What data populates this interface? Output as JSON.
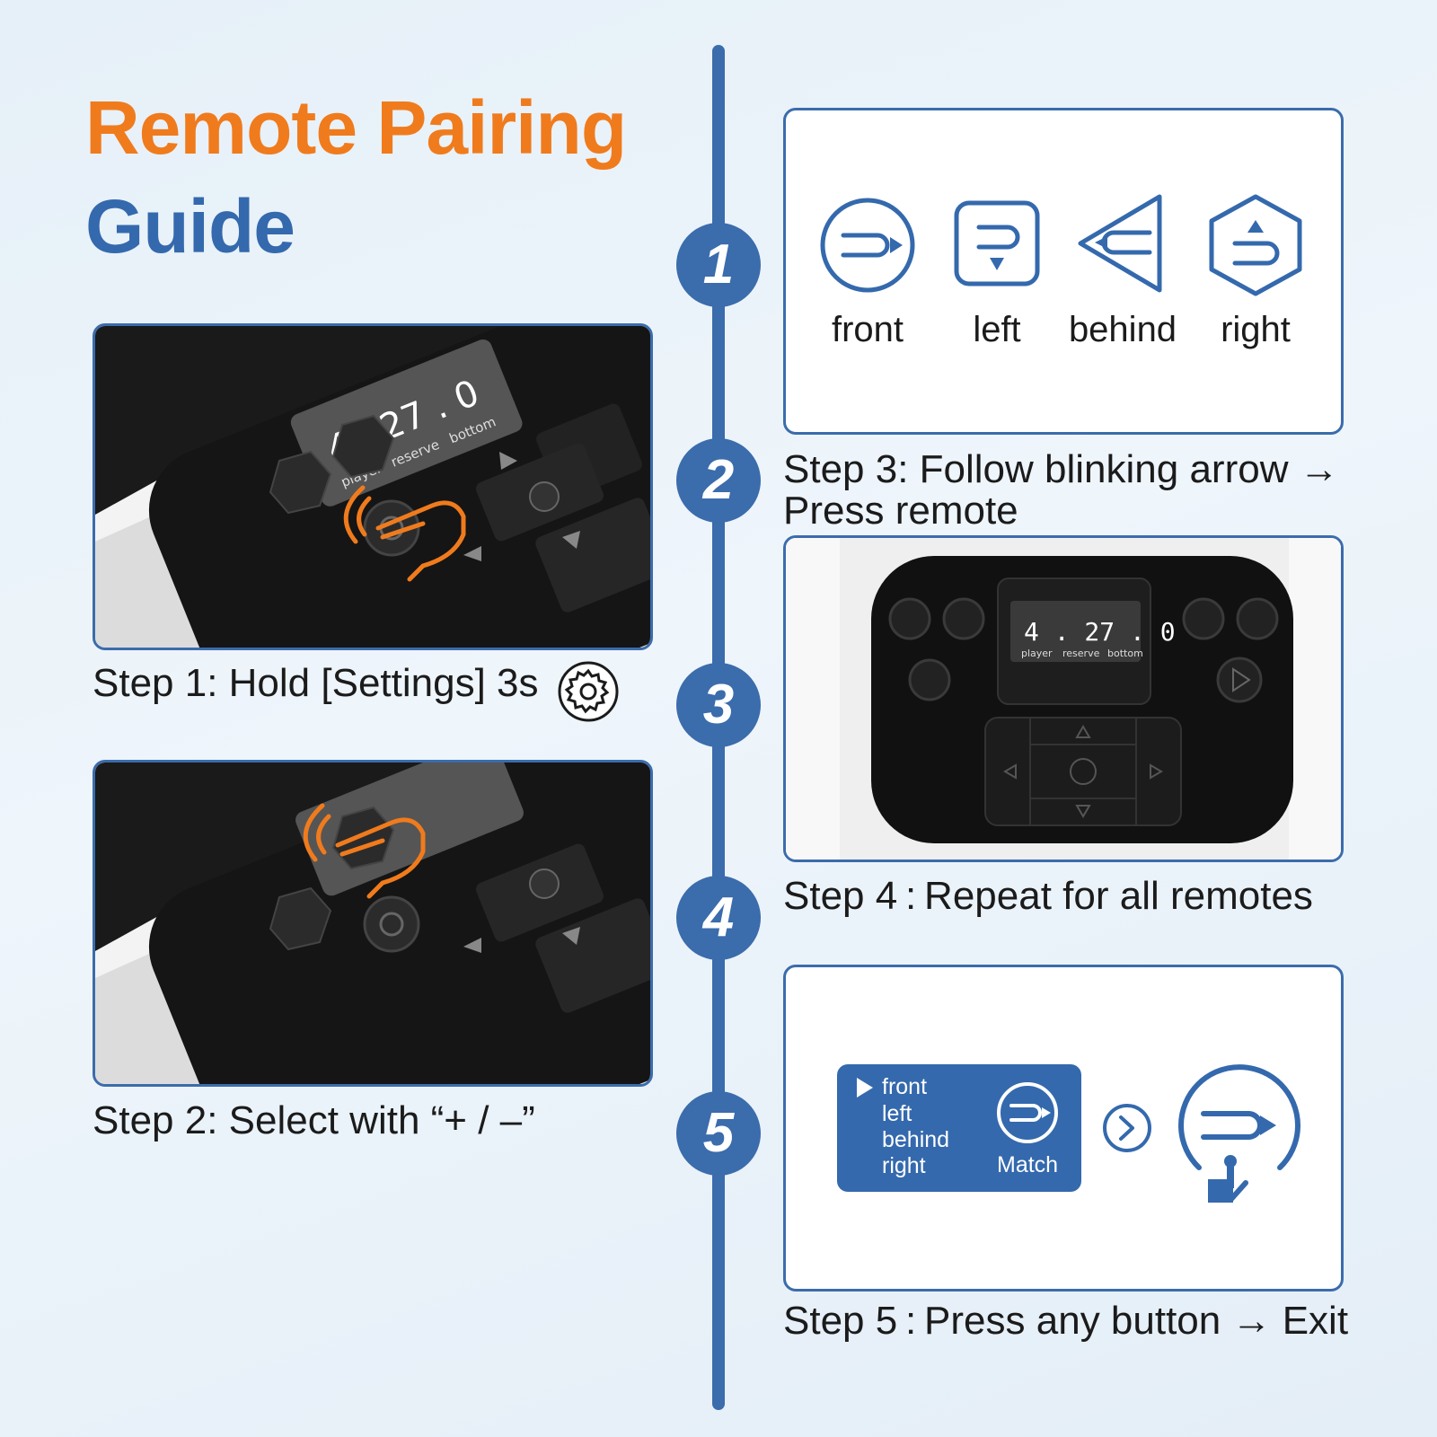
{
  "title": {
    "line1": "Remote Pairing",
    "line2": "Guide"
  },
  "steps": {
    "step1": "Step 1: Hold [Settings] 3s",
    "step2": "Step 2: Select with “+ / –”",
    "step3_line1": "Step 3: Follow blinking arrow →",
    "step3_line2": "Press remote",
    "step4": "Step 4 : Repeat for all remotes",
    "step5": "Step 5 : Press any button → Exit"
  },
  "numbers": [
    "1",
    "2",
    "3",
    "4",
    "5"
  ],
  "directions": [
    "front",
    "left",
    "behind",
    "right"
  ],
  "display": {
    "digits": "4 . 27 . 0",
    "labels": [
      "player",
      "reserve",
      "bottom"
    ]
  },
  "menu": {
    "items": [
      "front",
      "left",
      "behind",
      "right"
    ],
    "match_label": "Match"
  },
  "colors": {
    "orange": "#f07b1d",
    "blue": "#3469ad",
    "line": "#3b6cac"
  }
}
